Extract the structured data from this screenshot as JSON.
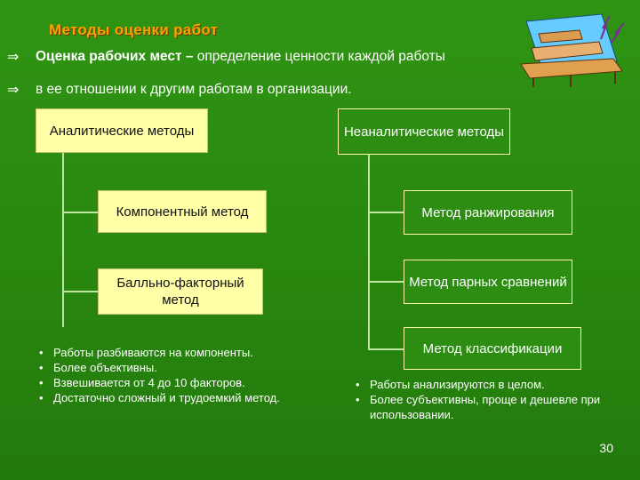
{
  "title": "Методы оценки работ",
  "intro": {
    "arrow": "⇒",
    "line1_bold": "Оценка рабочих мест –",
    "line1_rest": " определение ценности каждой работы",
    "line2": "в ее отношении к другим работам в организации."
  },
  "analytic": {
    "header": "Аналитические методы",
    "methods": [
      "Компонентный метод",
      "Балльно-факторный метод"
    ],
    "bullets": [
      "Работы разбиваются на компоненты.",
      "Более объективны.",
      "Взвешивается от 4 до 10 факторов.",
      "Достаточно сложный и трудоемкий метод."
    ]
  },
  "nonanalytic": {
    "header": "Неаналитические методы",
    "methods": [
      "Метод ранжирования",
      "Метод парных сравнений",
      "Метод классификации"
    ],
    "bullets": [
      "Работы анализируются в целом.",
      "Более субъективны, проще и дешевле при использовании."
    ]
  },
  "page_number": "30",
  "colors": {
    "background": "#2a8a10",
    "title": "#ff9f00",
    "box_fill": "#ffffa8"
  },
  "icons": {
    "clipart": "classroom-desks-icon"
  }
}
